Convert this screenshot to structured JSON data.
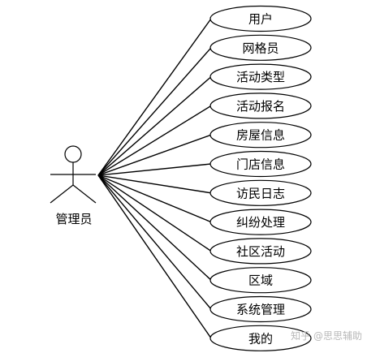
{
  "actor": {
    "name": "管理员"
  },
  "use_cases": [
    {
      "label": "用户"
    },
    {
      "label": "网格员"
    },
    {
      "label": "活动类型"
    },
    {
      "label": "活动报名"
    },
    {
      "label": "房屋信息"
    },
    {
      "label": "门店信息"
    },
    {
      "label": "访民日志"
    },
    {
      "label": "纠纷处理"
    },
    {
      "label": "社区活动"
    },
    {
      "label": "区域"
    },
    {
      "label": "系统管理"
    },
    {
      "label": "我的"
    }
  ],
  "watermark": {
    "text": "知乎 @思思辅助"
  }
}
